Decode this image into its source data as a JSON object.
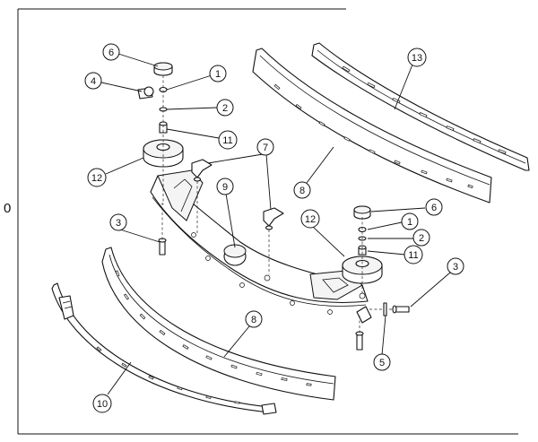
{
  "side_label": "0",
  "callouts": [
    {
      "id": "c6a",
      "text": "6"
    },
    {
      "id": "c1a",
      "text": "1"
    },
    {
      "id": "c4",
      "text": "4"
    },
    {
      "id": "c2a",
      "text": "2"
    },
    {
      "id": "c11a",
      "text": "11"
    },
    {
      "id": "c12a",
      "text": "12"
    },
    {
      "id": "c7",
      "text": "7"
    },
    {
      "id": "c9",
      "text": "9"
    },
    {
      "id": "c8a",
      "text": "8"
    },
    {
      "id": "c13",
      "text": "13"
    },
    {
      "id": "c3a",
      "text": "3"
    },
    {
      "id": "c12b",
      "text": "12"
    },
    {
      "id": "c6b",
      "text": "6"
    },
    {
      "id": "c1b",
      "text": "1"
    },
    {
      "id": "c2b",
      "text": "2"
    },
    {
      "id": "c11b",
      "text": "11"
    },
    {
      "id": "c3b",
      "text": "3"
    },
    {
      "id": "c8b",
      "text": "8"
    },
    {
      "id": "c5",
      "text": "5"
    },
    {
      "id": "c10",
      "text": "10"
    }
  ]
}
